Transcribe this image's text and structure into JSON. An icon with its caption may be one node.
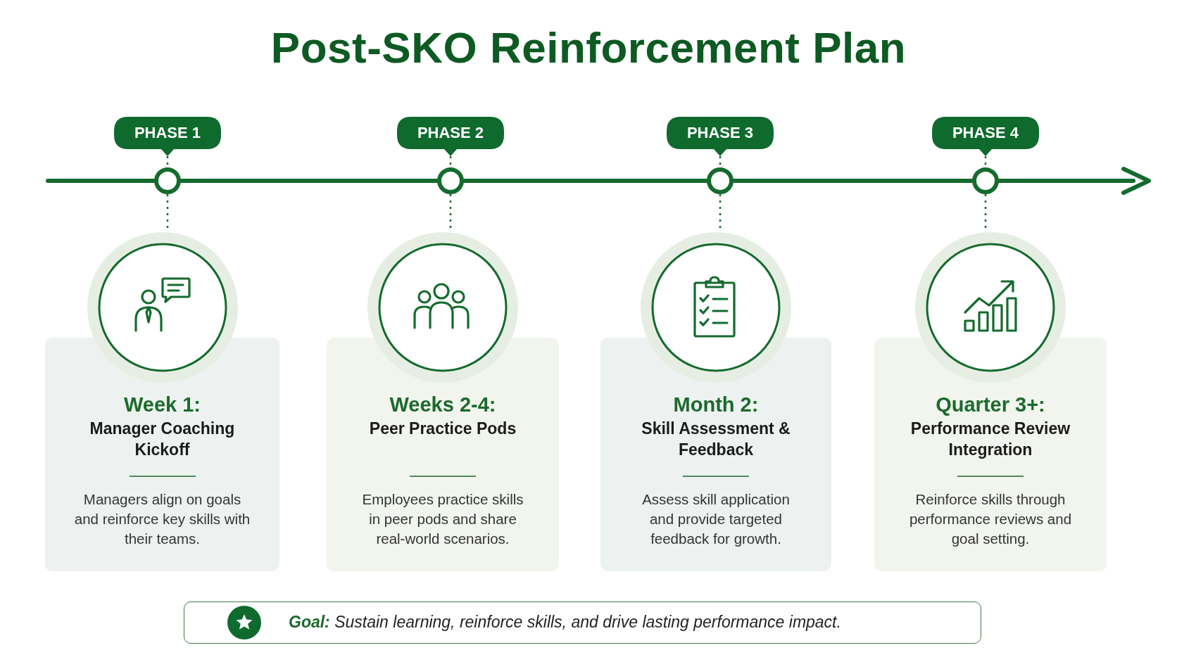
{
  "diagram": {
    "title": "Post-SKO Reinforcement Plan",
    "nodes": [
      {
        "text": [
          "PHASE 1"
        ]
      },
      {
        "text": [
          "PHASE 2"
        ]
      },
      {
        "text": [
          "PHASE 3"
        ]
      },
      {
        "text": [
          "PHASE 4"
        ]
      },
      {
        "text": [
          "Week 1:",
          "Manager Coaching Kickoff",
          "Managers align on goals and reinforce key skills with their teams."
        ]
      },
      {
        "text": [
          "Weeks 2-4:",
          "Peer Practice Pods",
          "Employees practice skills in peer pods and share real-world scenarios."
        ]
      },
      {
        "text": [
          "Month 2:",
          "Skill Assessment & Feedback",
          "Assess skill application and provide targeted feedback for growth."
        ]
      },
      {
        "text": [
          "Quarter 3+:",
          "Performance Review Integration",
          "Reinforce skills through performance reviews and goal setting."
        ]
      },
      {
        "text": [
          "**Goal:** Sustain learning, reinforce skills, and drive lasting performance impact."
        ]
      }
    ],
    "edges": [
      {
        "from": 0,
        "to": 4,
        "arrow": "none",
        "style": "dashed"
      },
      {
        "from": 1,
        "to": 5,
        "arrow": "none",
        "style": "dashed"
      },
      {
        "from": 2,
        "to": 6,
        "arrow": "none",
        "style": "dashed"
      },
      {
        "from": 3,
        "to": 7,
        "arrow": "none",
        "style": "dashed"
      }
    ]
  }
}
